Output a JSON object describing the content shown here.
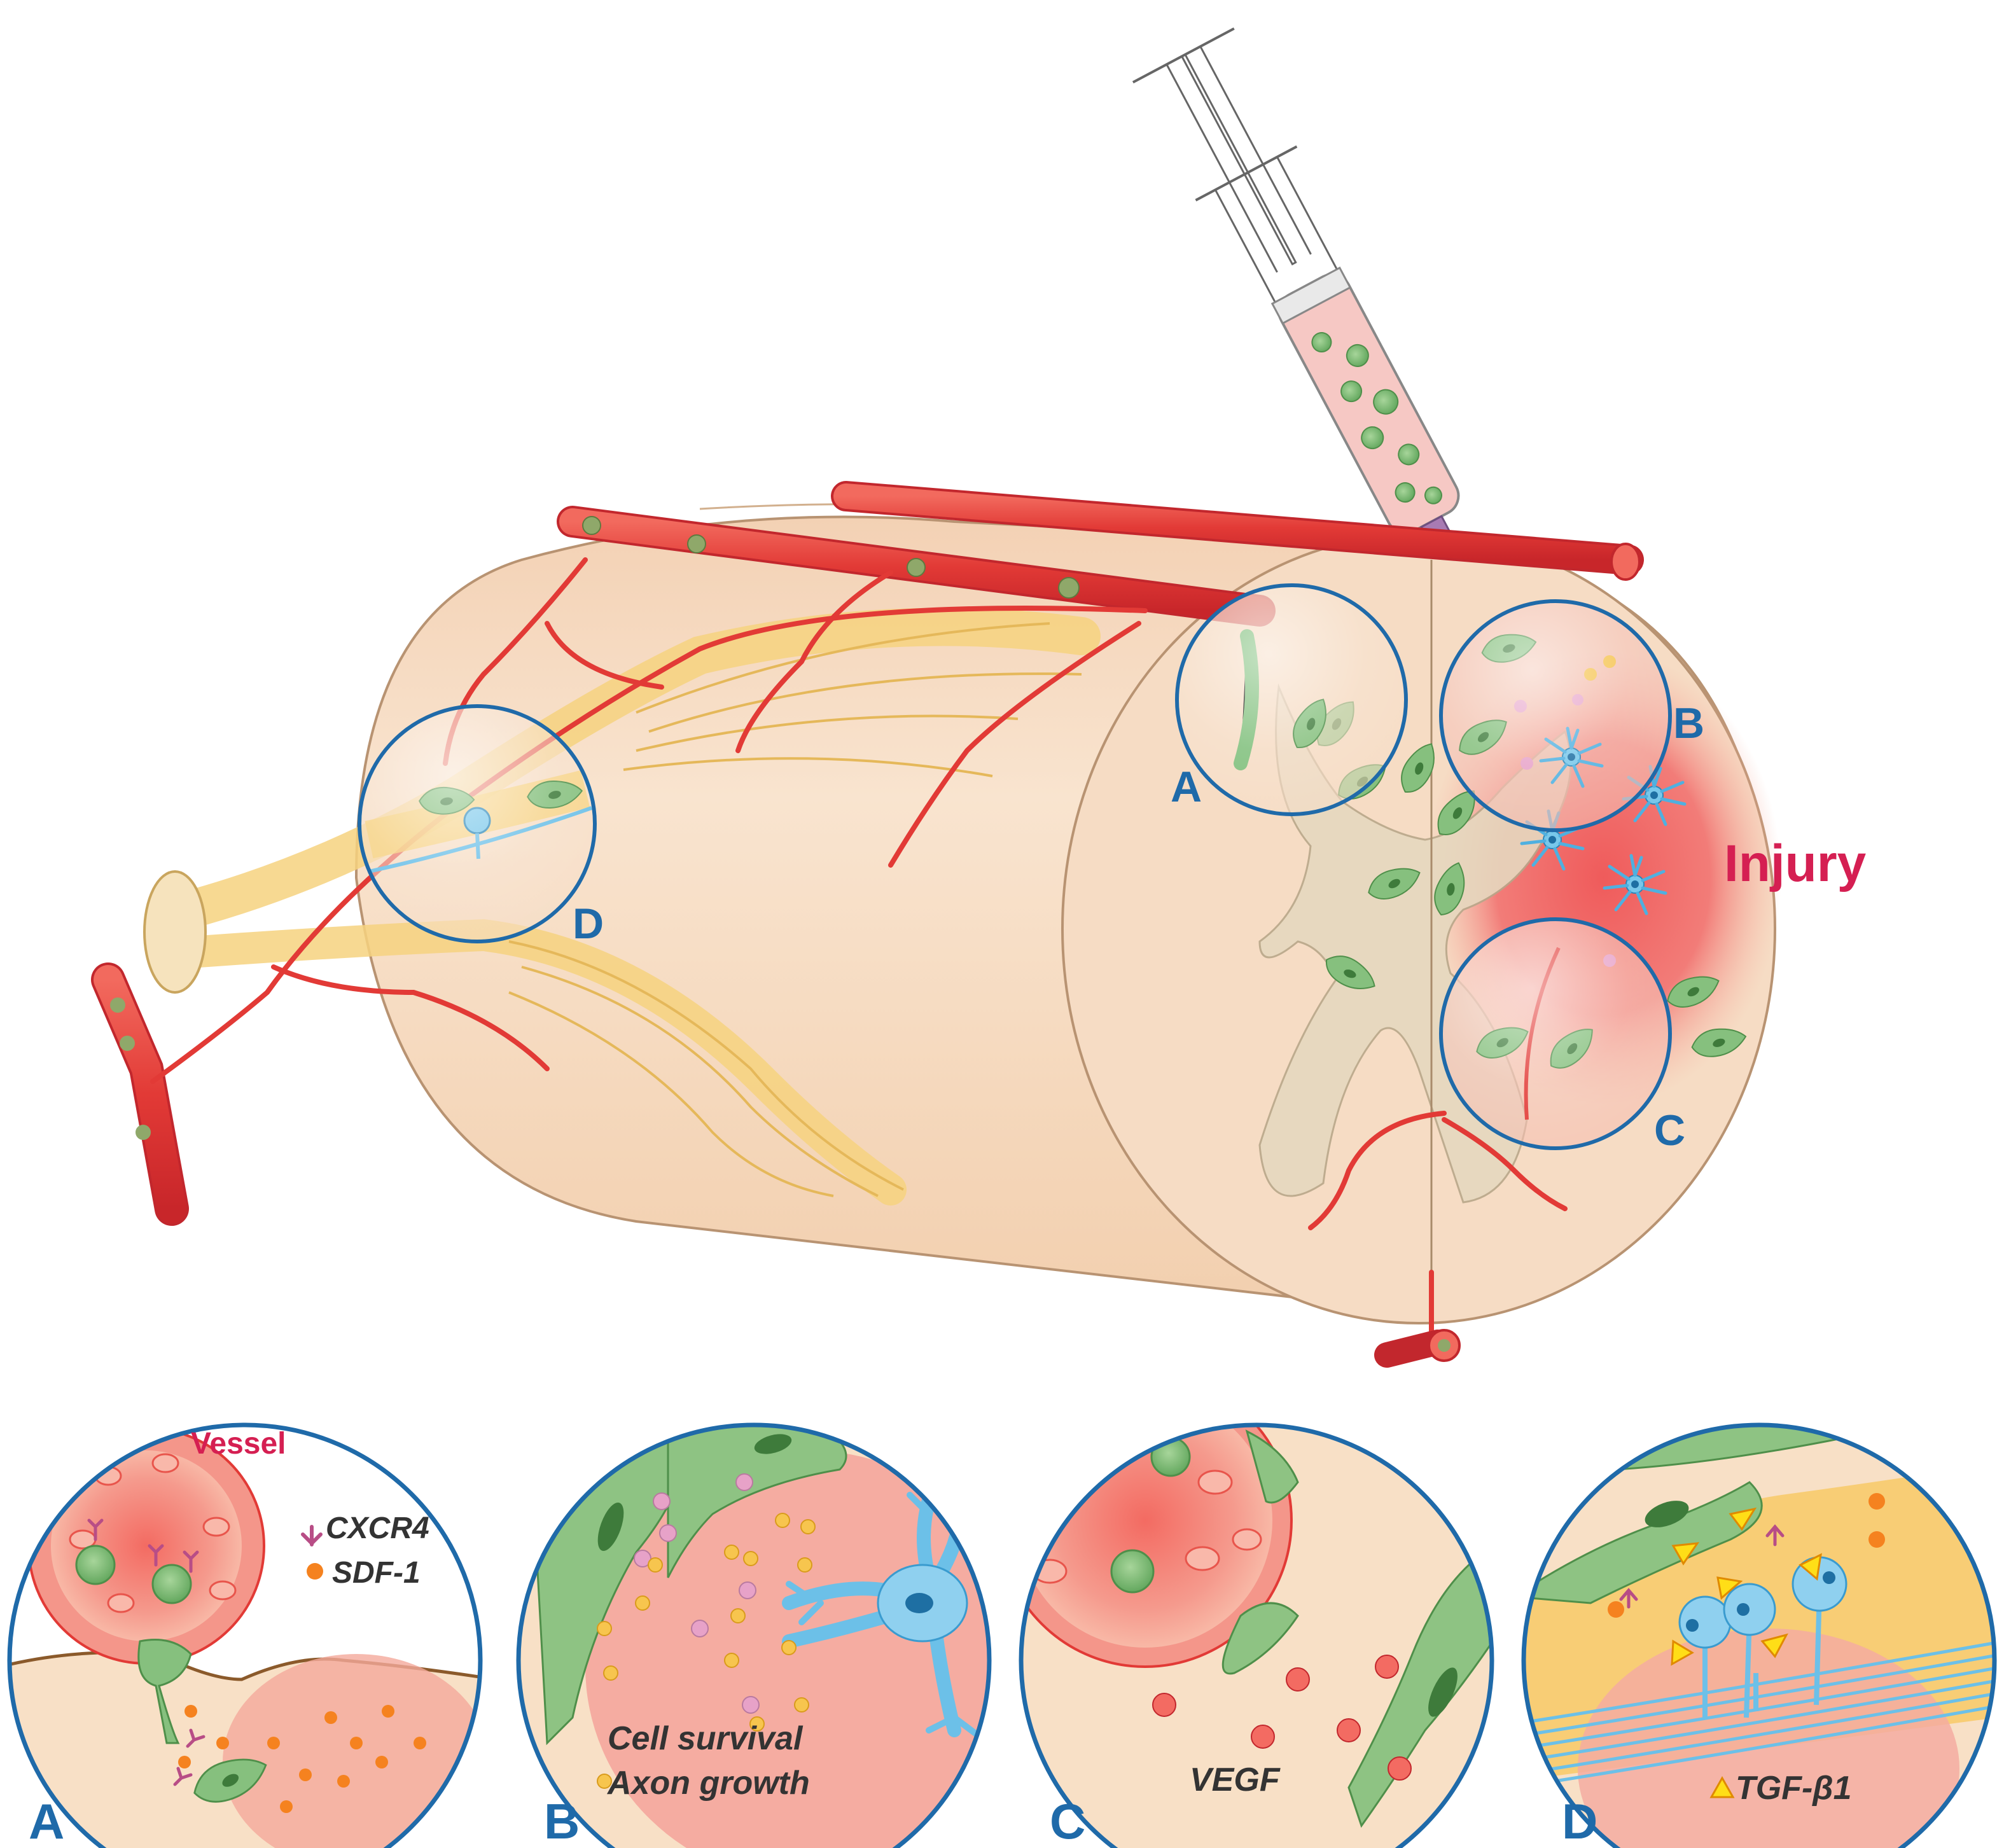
{
  "labels": {
    "injury": "Injury",
    "callout_a": "A",
    "callout_b": "B",
    "callout_c": "C",
    "callout_d": "D"
  },
  "panels": [
    {
      "letter": "A",
      "vessel_label": "Vessel",
      "legend": [
        {
          "symbol": "receptor",
          "text": "CXCR4"
        },
        {
          "symbol": "dot",
          "text": "SDF-1"
        }
      ]
    },
    {
      "letter": "B",
      "caption_lines": [
        "Cell survival",
        "Axon growth"
      ]
    },
    {
      "letter": "C",
      "caption_lines": [
        "VEGF"
      ]
    },
    {
      "letter": "D",
      "legend": [
        {
          "symbol": "triangle",
          "text": "TGF-β1"
        }
      ]
    }
  ],
  "colors": {
    "tissue": "#f8dcc2",
    "tissue_face": "#f6dcc4",
    "grey_matter": "#e3d7bd",
    "vessel": "#e8403e",
    "vessel_dark": "#c2272d",
    "nerve": "#f6d27f",
    "injury": "#f0605f",
    "stem_cell": "#7fbf7b",
    "neuron": "#6cc0e8",
    "outline_blue": "#1f6aa9",
    "label_blue": "#1f6aa9",
    "label_red": "#d51f52",
    "sdf1_dot": "#f5821f",
    "pink_dot": "#e7a2c8",
    "yellow_dot": "#f5c24b",
    "triangle": "#ffde17"
  }
}
